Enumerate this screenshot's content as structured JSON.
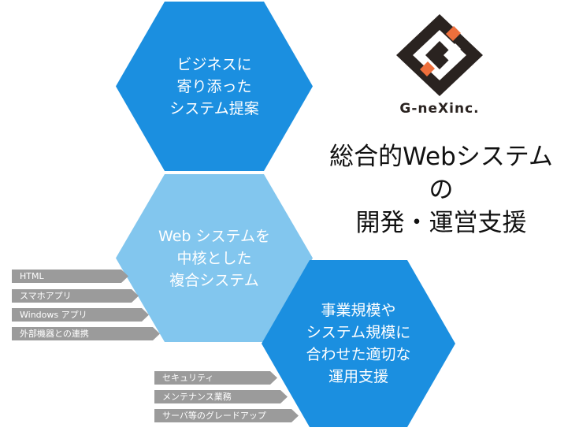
{
  "hexagons": [
    {
      "lines": [
        "ビジネスに",
        "寄り添った",
        "システム提案"
      ],
      "color": "#1b8fe0"
    },
    {
      "lines": [
        "Web システムを",
        "中核とした",
        "複合システム"
      ],
      "color": "#82c6ee"
    },
    {
      "lines": [
        "事業規模や",
        "システム規模に",
        "合わせた適切な",
        "運用支援"
      ],
      "color": "#1b8fe0"
    }
  ],
  "tags_left": [
    "HTML",
    "スマホアプリ",
    "Windows アプリ",
    "外部機器との連携"
  ],
  "tags_bottom": [
    "セキュリティ",
    "メンテナンス業務",
    "サーバ等のグレードアップ"
  ],
  "logo": {
    "name": "G-neXinc.",
    "colors": {
      "dark": "#2a2320",
      "accent": "#ee6f3c"
    }
  },
  "headline": [
    "総合的Webシステム",
    "の",
    "開発・運営支援"
  ]
}
